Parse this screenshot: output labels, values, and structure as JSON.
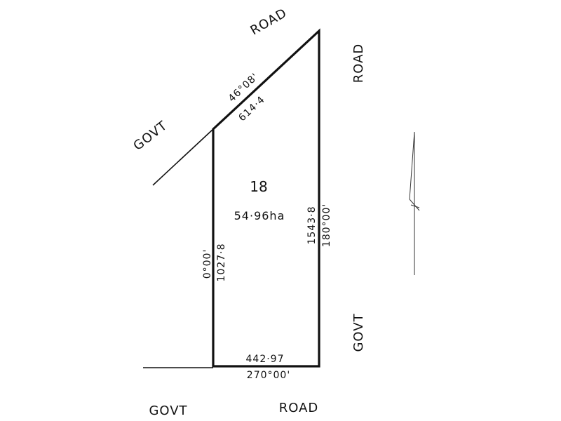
{
  "plan": {
    "lot_number": "18",
    "area": "54·96ha",
    "boundaries": {
      "north_east": {
        "bearing": "46°08'",
        "distance": "614·4"
      },
      "east": {
        "bearing": "180°00'",
        "distance": "1543·8"
      },
      "south": {
        "bearing": "270°00'",
        "distance": "442·97"
      },
      "west": {
        "bearing": "0°00'",
        "distance": "1027·8"
      }
    },
    "road_labels": {
      "govt_nw": "GOVT",
      "road_nw": "ROAD",
      "road_ne": "ROAD",
      "govt_e": "GOVT",
      "govt_s": "GOVT",
      "road_s": "ROAD"
    }
  },
  "colors": {
    "ink": "#111111",
    "paper": "#ffffff"
  }
}
